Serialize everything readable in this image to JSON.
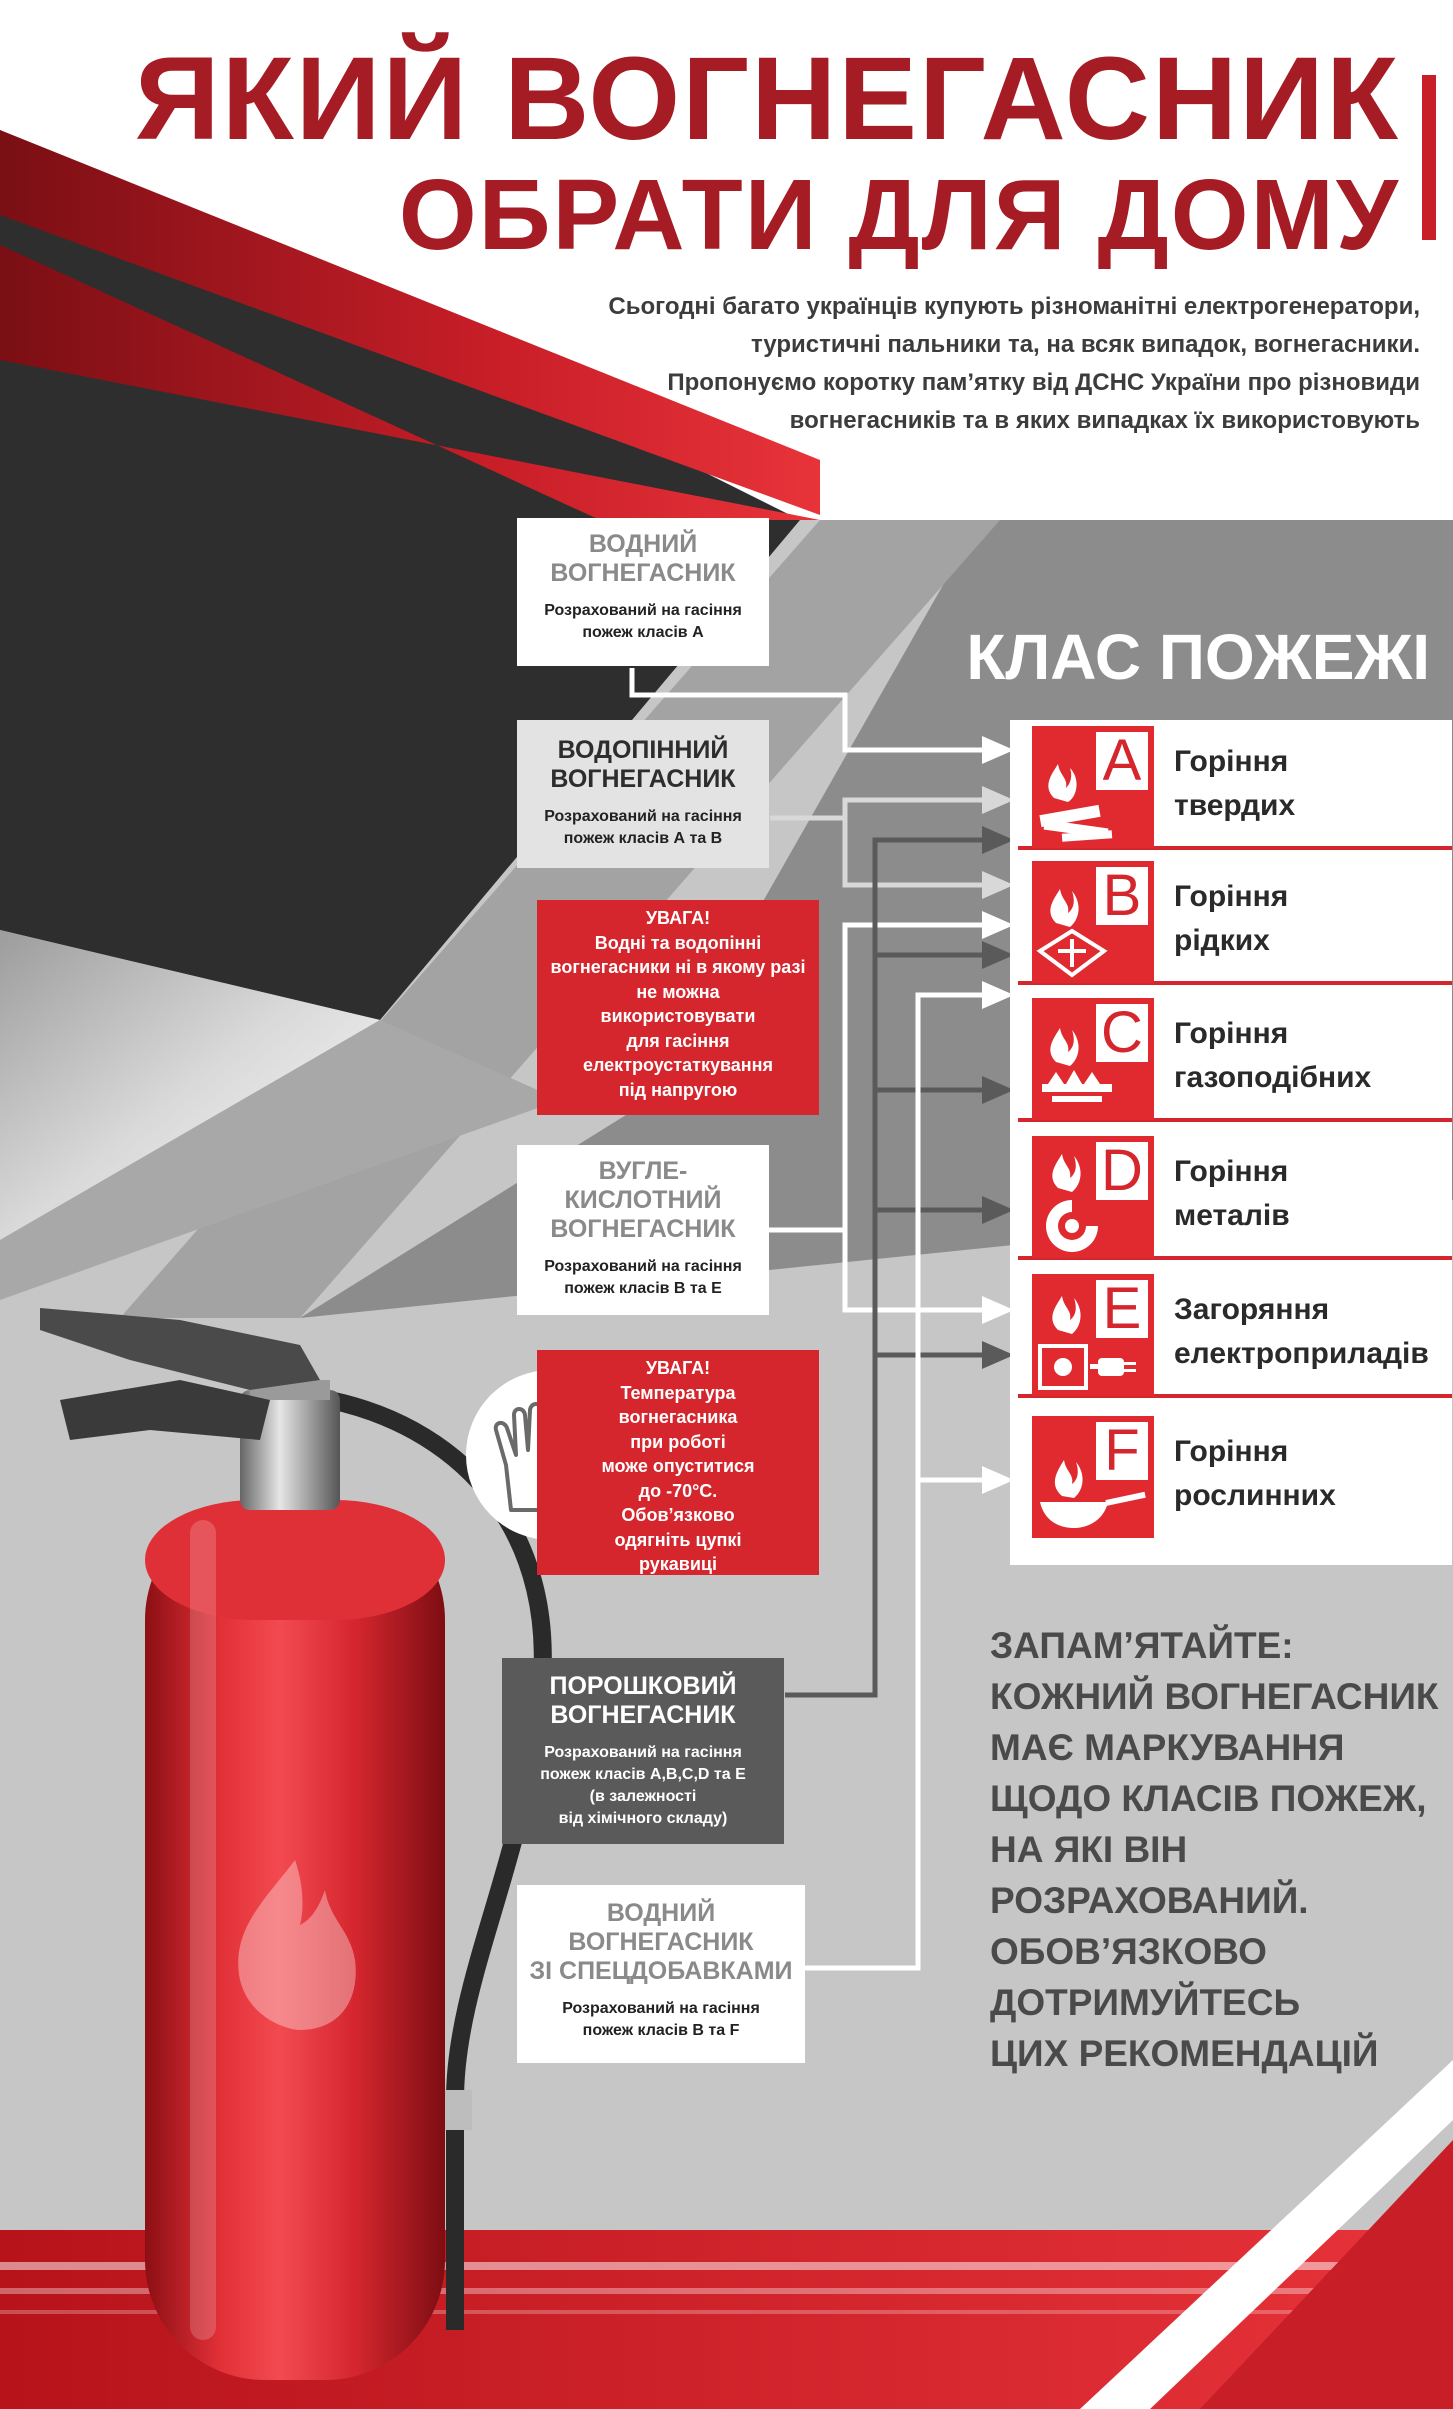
{
  "title": {
    "line1": "ЯКИЙ ВОГНЕГАСНИК",
    "line2": "ОБРАТИ ДЛЯ ДОМУ"
  },
  "intro": [
    "Сьогодні багато українців купують різноманітні електрогенератори,",
    "туристичні пальники та, на всяк випадок, вогнегасники.",
    "Пропонуємо коротку пам’ятку від ДСНС України про різновиди",
    "вогнегасників та в яких випадках їх використовують"
  ],
  "extinguishers": [
    {
      "id": "water",
      "name": [
        "ВОДНИЙ",
        "ВОГНЕГАСНИК"
      ],
      "desc": [
        "Розрахований на гасіння",
        "пожеж класів А"
      ]
    },
    {
      "id": "foam",
      "name": [
        "ВОДОПІННИЙ",
        "ВОГНЕГАСНИК"
      ],
      "desc": [
        "Розрахований на гасіння",
        "пожеж класів А та В"
      ]
    },
    {
      "id": "co2",
      "name": [
        "ВУГЛЕ-",
        "КИСЛОТНИЙ",
        "ВОГНЕГАСНИК"
      ],
      "desc": [
        "Розрахований на гасіння",
        "пожеж класів В та Е"
      ]
    },
    {
      "id": "powder",
      "name": [
        "ПОРОШКОВИЙ",
        "ВОГНЕГАСНИК"
      ],
      "desc": [
        "Розрахований на гасіння",
        "пожеж класів А,В,С,D та Е",
        "(в залежності",
        "від хімічного складу)"
      ]
    },
    {
      "id": "additives",
      "name": [
        "ВОДНИЙ",
        "ВОГНЕГАСНИК",
        "ЗІ СПЕЦДОБАВКАМИ"
      ],
      "desc": [
        "Розрахований на гасіння",
        "пожеж класів В та F"
      ]
    }
  ],
  "warnings": [
    {
      "id": "water-warning",
      "lines": [
        "УВАГА!",
        "Водні та водопінні",
        "вогнегасники ні в якому разі",
        "не можна",
        "використовувати",
        "для гасіння",
        "електроустаткування",
        "під напругою"
      ]
    },
    {
      "id": "temp-warning",
      "lines": [
        "УВАГА!",
        "Температура",
        "вогнегасника",
        "при роботі",
        "може опуститися",
        "до -70°С.",
        "Обов’язково",
        "одягніть цупкі",
        "рукавиці"
      ]
    }
  ],
  "classes_title": "КЛАС ПОЖЕЖІ",
  "classes": [
    {
      "letter": "A",
      "lines": [
        "Горіння",
        "твердих"
      ],
      "icon": "solid-fire-icon"
    },
    {
      "letter": "B",
      "lines": [
        "Горіння",
        "рідких"
      ],
      "icon": "liquid-fire-icon"
    },
    {
      "letter": "C",
      "lines": [
        "Горіння",
        "газоподібних"
      ],
      "icon": "gas-fire-icon"
    },
    {
      "letter": "D",
      "lines": [
        "Горіння",
        "металів"
      ],
      "icon": "metal-fire-icon"
    },
    {
      "letter": "E",
      "lines": [
        "Загоряння",
        "електроприладів"
      ],
      "icon": "electrical-fire-icon"
    },
    {
      "letter": "F",
      "lines": [
        "Горіння",
        "рослинних"
      ],
      "icon": "cooking-oil-fire-icon"
    }
  ],
  "remember": [
    "ЗАПАМ’ЯТАЙТЕ:",
    "КОЖНИЙ ВОГНЕГАСНИК",
    "МАЄ МАРКУВАННЯ",
    "ЩОДО КЛАСІВ ПОЖЕЖ,",
    "НА ЯКІ ВІН",
    "РОЗРАХОВАНИЙ.",
    "ОБОВ’ЯЗКОВО",
    "ДОТРИМУЙТЕСЬ",
    "ЦИХ РЕКОМЕНДАЦІЙ"
  ],
  "colors": {
    "title_red": "#a61c24",
    "accent_red": "#d5262e",
    "dark_gray": "#2e2e2e",
    "panel_gray": "#8c8c8c",
    "light_gray": "#c6c6c6"
  }
}
